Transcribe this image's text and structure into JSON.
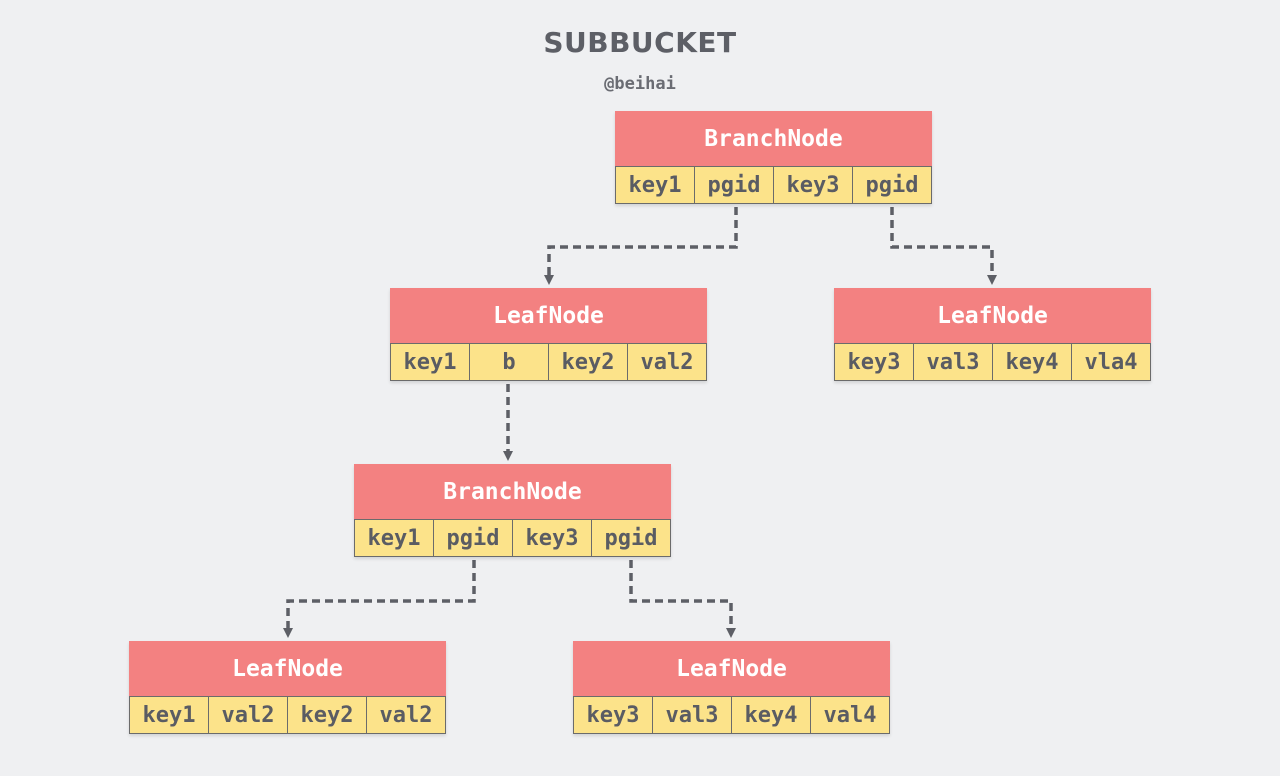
{
  "title": "SUBBUCKET",
  "author": "@beihai",
  "nodes": {
    "root_branch": {
      "type": "BranchNode",
      "cells": [
        "key1",
        "pgid",
        "key3",
        "pgid"
      ]
    },
    "leaf_left": {
      "type": "LeafNode",
      "cells": [
        "key1",
        "b",
        "key2",
        "val2"
      ]
    },
    "leaf_right": {
      "type": "LeafNode",
      "cells": [
        "key3",
        "val3",
        "key4",
        "vla4"
      ]
    },
    "sub_branch": {
      "type": "BranchNode",
      "cells": [
        "key1",
        "pgid",
        "key3",
        "pgid"
      ]
    },
    "sub_leaf_left": {
      "type": "LeafNode",
      "cells": [
        "key1",
        "val2",
        "key2",
        "val2"
      ]
    },
    "sub_leaf_right": {
      "type": "LeafNode",
      "cells": [
        "key3",
        "val3",
        "key4",
        "val4"
      ]
    }
  },
  "colors": {
    "background": "#eff0f2",
    "header": "#f38181",
    "cell": "#fce38a",
    "connector": "#5d5f66"
  }
}
